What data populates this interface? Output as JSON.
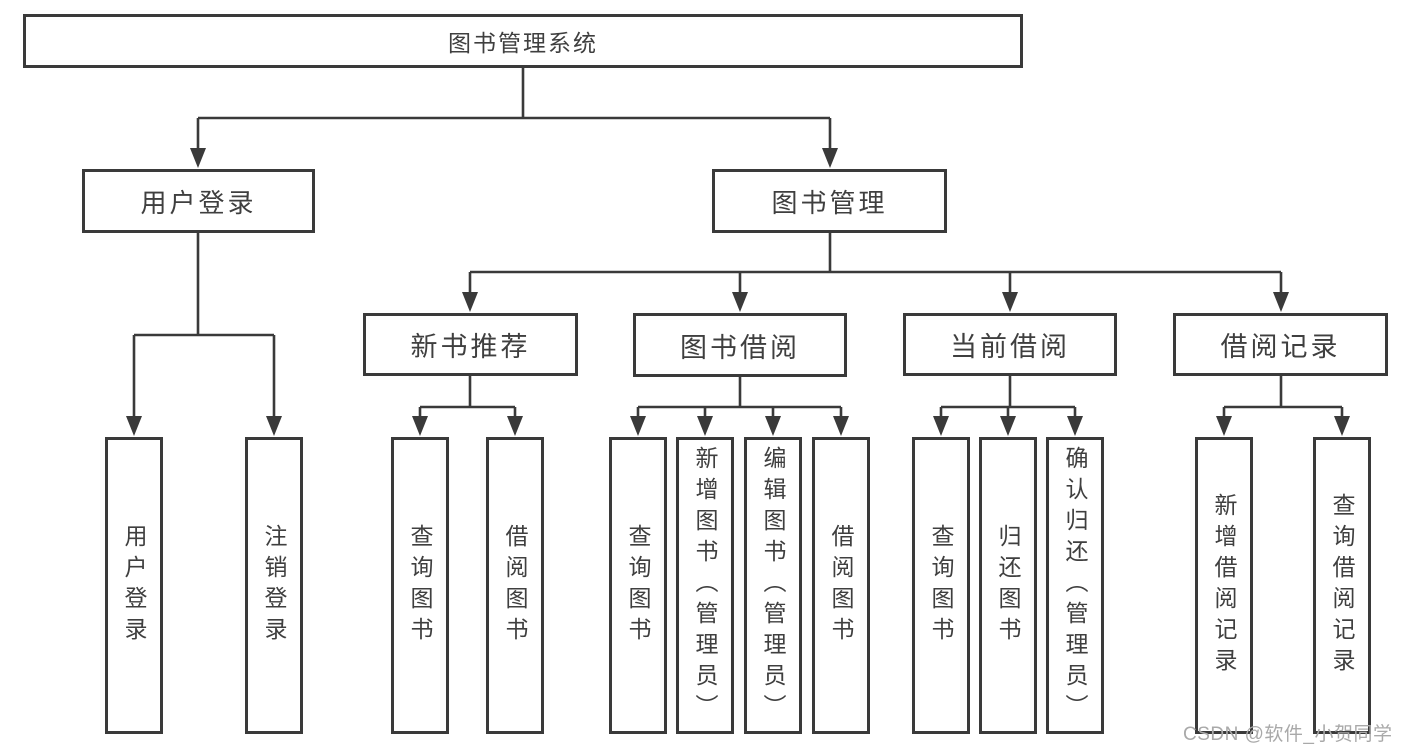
{
  "palette": {
    "line": "#3a3a3a",
    "box_border": "#3a3a3a",
    "box_fill": "#ffffff",
    "text": "#3f3f3f",
    "watermark": "#a9a9a9",
    "background": "#ffffff"
  },
  "diagram": {
    "root": {
      "label": "图书管理系统"
    },
    "branches": [
      {
        "label": "用户登录",
        "children": [
          {
            "label": "用户登录"
          },
          {
            "label": "注销登录"
          }
        ]
      },
      {
        "label": "图书管理",
        "sections": [
          {
            "label": "新书推荐",
            "children": [
              {
                "label": "查询图书"
              },
              {
                "label": "借阅图书"
              }
            ]
          },
          {
            "label": "图书借阅",
            "children": [
              {
                "label": "查询图书"
              },
              {
                "label": "新增图书（管理员）"
              },
              {
                "label": "编辑图书（管理员）"
              },
              {
                "label": "借阅图书"
              }
            ]
          },
          {
            "label": "当前借阅",
            "children": [
              {
                "label": "查询图书"
              },
              {
                "label": "归还图书"
              },
              {
                "label": "确认归还（管理员）"
              }
            ]
          },
          {
            "label": "借阅记录",
            "children": [
              {
                "label": "新增借阅记录"
              },
              {
                "label": "查询借阅记录"
              }
            ]
          }
        ]
      }
    ]
  },
  "watermark": {
    "text": "CSDN @软件_小贺同学"
  }
}
